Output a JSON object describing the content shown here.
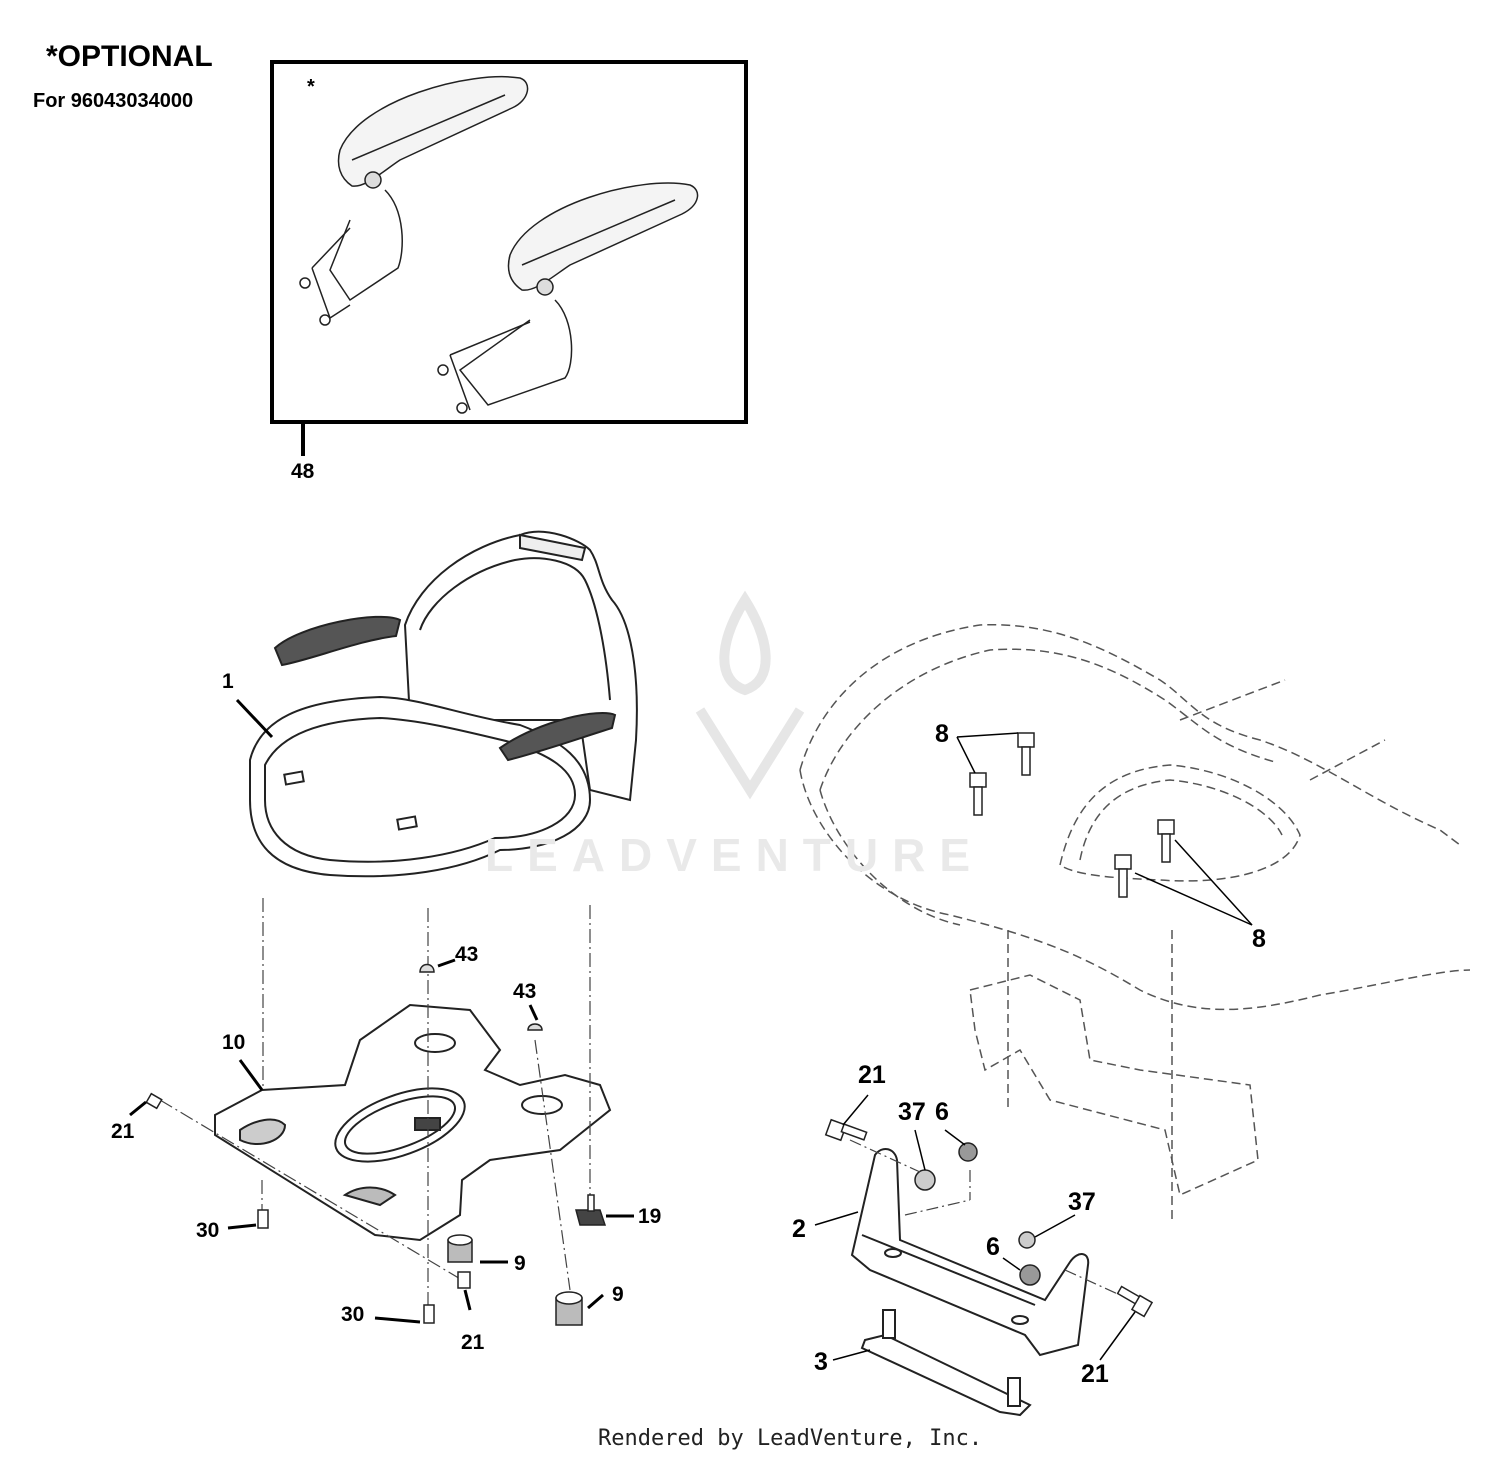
{
  "header": {
    "title": "*OPTIONAL",
    "subtitle": "For 96043034000"
  },
  "optional_box": {
    "marker": "*",
    "callout": "48"
  },
  "watermark": {
    "text": "LEADVENTURE"
  },
  "callouts": {
    "seat": "1",
    "plate": "10",
    "plug_center": "43",
    "plug_right": "43",
    "bolt_left": "21",
    "screw_left": "30",
    "screw_bottom": "30",
    "bolt_bottom": "21",
    "spacer_center": "9",
    "spacer_right": "9",
    "knob": "19",
    "bolts_top": "8",
    "bolts_right": "8",
    "bolt_bracket_top": "21",
    "washer_top": "37",
    "nut_top": "6",
    "bracket": "2",
    "washer_right": "37",
    "nut_right": "6",
    "bolt_bracket_right": "21",
    "rail": "3"
  },
  "footer": {
    "credit": "Rendered by LeadVenture, Inc."
  },
  "colors": {
    "line": "#000000",
    "dash": "#555555",
    "watermark": "#e9e9e9"
  }
}
